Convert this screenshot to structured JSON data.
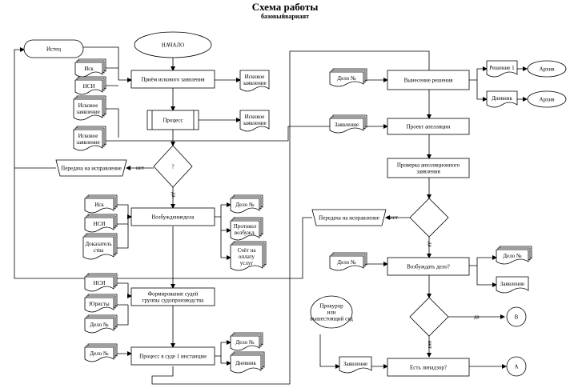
{
  "title": "Схема работы",
  "subtitle": "базовыйвариант",
  "start": "НАЧАЛО",
  "plaintiff": "Истец",
  "docs": {
    "isk": "Иск",
    "nsi": "НСИ",
    "isk_zayav": [
      "Исковое",
      "заявление"
    ],
    "delo": "Дело №",
    "protokol": [
      "Протокол",
      "возбужд."
    ],
    "schet": [
      "Счёт на",
      "оплату",
      "услуг"
    ],
    "dokaz": [
      "Доказатель",
      "ства"
    ],
    "yuristy": "Юристы",
    "dnevnik": "Дневник",
    "zayavlenie": "Заявление",
    "reshenie1": "Решение 1"
  },
  "process": {
    "priem": "Приём искового заявления",
    "process": "Процесс",
    "vozbuzhd": "Возбуждениедела",
    "formir": [
      "Формирование судей",
      "группы судопроизводства"
    ],
    "sud1": "Процесс в суде 1 инстанции",
    "vynesenie": "Вынесение решения",
    "proekt": "Проект апелляции",
    "proverka": [
      "Проверка апелляционного",
      "заявления"
    ],
    "vozbuzhdat": "Возбуждать дело?",
    "lindazor": "Есть линадзор?"
  },
  "decision_q": "?",
  "transfer": "Передача на исправление",
  "archive": "Архив",
  "prokuror": [
    "Прокурор",
    "или",
    "вышестоящий суд"
  ],
  "conn_b": "B",
  "conn_a": "A",
  "lbl_net": "нет",
  "lbl_da": "да"
}
